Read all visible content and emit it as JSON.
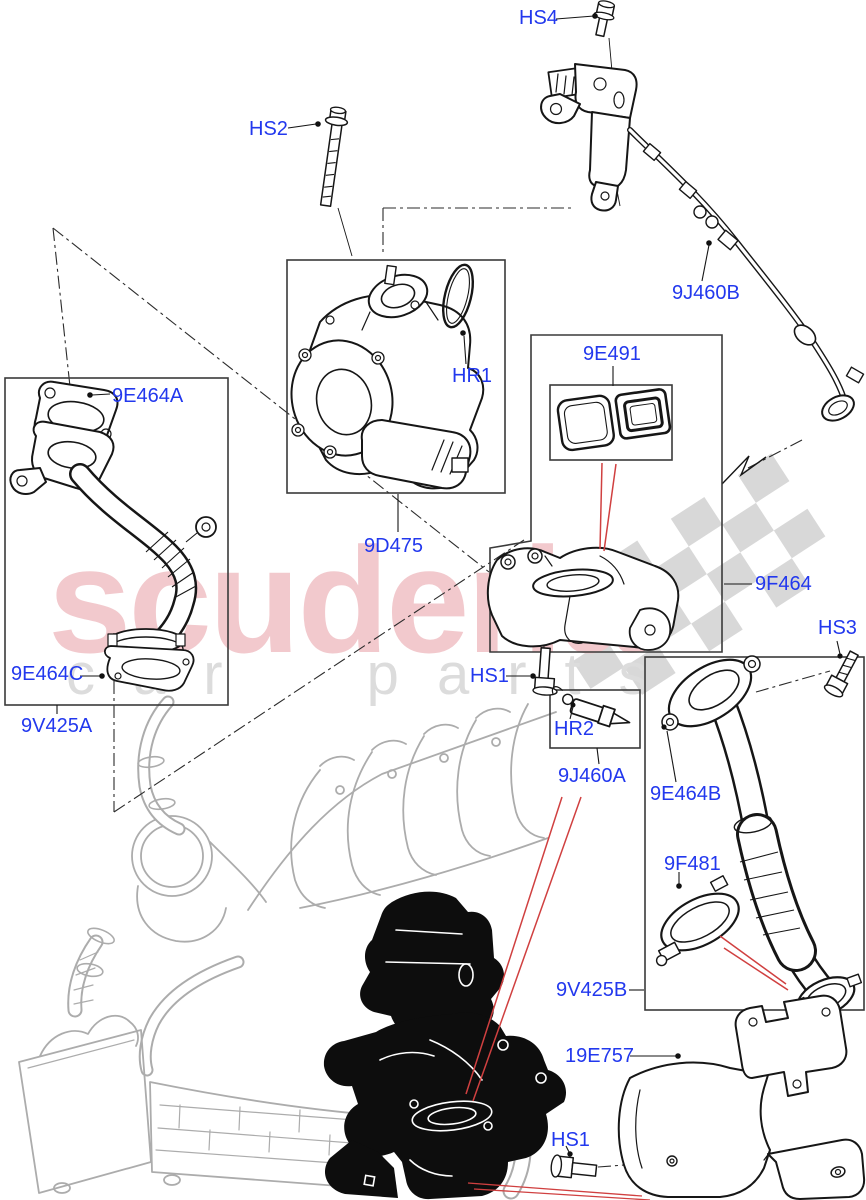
{
  "diagram": {
    "kind": "exploded-parts-diagram"
  },
  "watermark": {
    "brand": "scuderia",
    "tagline": "car parts"
  },
  "colors": {
    "label-blue": "#2238ee",
    "line": "#161616",
    "red": "#d04040",
    "gray-engine": "#acacac",
    "box": "#3a3a3a",
    "brand-pink": "#f2c9cd",
    "tagline-gray": "#dcdcdc",
    "flag-gray": "#d8d8d8",
    "bg": "#ffffff"
  },
  "parts": {
    "hs4": {
      "label": "HS4"
    },
    "hs2": {
      "label": "HS2"
    },
    "9j460b": {
      "label": "9J460B"
    },
    "9e491": {
      "label": "9E491"
    },
    "9d475": {
      "label": "9D475"
    },
    "hr1": {
      "label": "HR1"
    },
    "9e464a": {
      "label": "9E464A"
    },
    "9f464": {
      "label": "9F464"
    },
    "hs3": {
      "label": "HS3"
    },
    "9e464c": {
      "label": "9E464C"
    },
    "9v425a": {
      "label": "9V425A"
    },
    "hs1_upper": {
      "label": "HS1"
    },
    "hr2": {
      "label": "HR2"
    },
    "9j460a": {
      "label": "9J460A"
    },
    "9e464b": {
      "label": "9E464B"
    },
    "9f481": {
      "label": "9F481"
    },
    "9v425b": {
      "label": "9V425B"
    },
    "19e757": {
      "label": "19E757"
    },
    "hs1_lower": {
      "label": "HS1"
    }
  }
}
